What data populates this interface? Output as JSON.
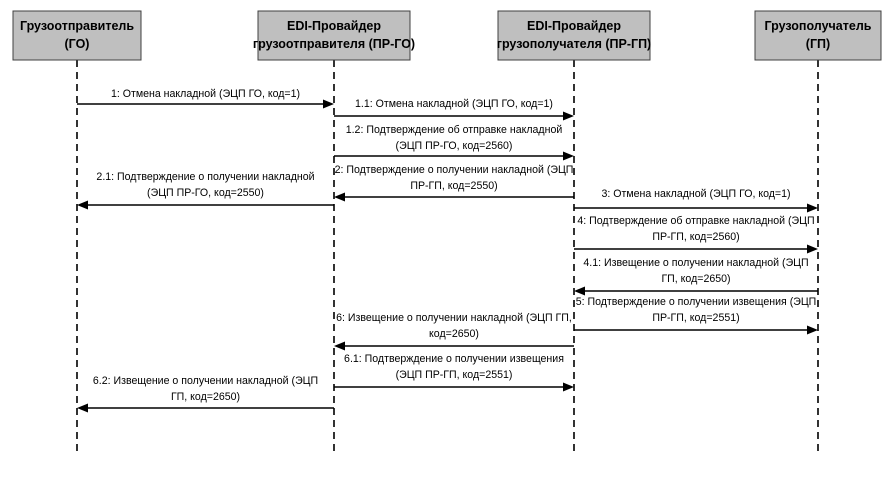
{
  "actors": [
    {
      "id": "go",
      "lines": [
        "Грузоотправитель",
        "(ГО)"
      ]
    },
    {
      "id": "prgo",
      "lines": [
        "EDI-Провайдер",
        "грузоотправителя (ПР-ГО)"
      ]
    },
    {
      "id": "prgp",
      "lines": [
        "EDI-Провайдер",
        "грузополучателя (ПР-ГП)"
      ]
    },
    {
      "id": "gp",
      "lines": [
        "Грузополучатель",
        "(ГП)"
      ]
    }
  ],
  "messages": [
    {
      "from": "go",
      "to": "prgo",
      "lines": [
        "1: Отмена накладной (ЭЦП ГО, код=1)"
      ]
    },
    {
      "from": "prgo",
      "to": "prgp",
      "lines": [
        "1.1: Отмена накладной (ЭЦП ГО, код=1)"
      ]
    },
    {
      "from": "prgo",
      "to": "prgp",
      "lines": [
        "1.2: Подтверждение об отправке накладной",
        "(ЭЦП ПР-ГО, код=2560)"
      ]
    },
    {
      "from": "prgp",
      "to": "prgo",
      "lines": [
        "2: Подтверждение о получении накладной (ЭЦП",
        "ПР-ГП, код=2550)"
      ]
    },
    {
      "from": "prgo",
      "to": "go",
      "lines": [
        "2.1: Подтверждение о получении накладной",
        "(ЭЦП ПР-ГО, код=2550)"
      ]
    },
    {
      "from": "prgp",
      "to": "gp",
      "lines": [
        "3: Отмена накладной (ЭЦП ГО, код=1)"
      ]
    },
    {
      "from": "prgp",
      "to": "gp",
      "lines": [
        "4: Подтверждение об отправке накладной (ЭЦП",
        "ПР-ГП, код=2560)"
      ]
    },
    {
      "from": "gp",
      "to": "prgp",
      "lines": [
        "4.1: Извещение о получении накладной (ЭЦП",
        "ГП, код=2650)"
      ]
    },
    {
      "from": "prgp",
      "to": "gp",
      "lines": [
        "5: Подтверждение о получении извещения (ЭЦП",
        "ПР-ГП, код=2551)"
      ]
    },
    {
      "from": "prgp",
      "to": "prgo",
      "lines": [
        "6: Извещение о получении накладной (ЭЦП ГП,",
        "код=2650)"
      ]
    },
    {
      "from": "prgo",
      "to": "prgp",
      "lines": [
        "6.1: Подтверждение о получении извещения",
        "(ЭЦП ПР-ГП, код=2551)"
      ]
    },
    {
      "from": "prgo",
      "to": "go",
      "lines": [
        "6.2: Извещение о получении накладной (ЭЦП",
        "ГП, код=2650)"
      ]
    }
  ]
}
